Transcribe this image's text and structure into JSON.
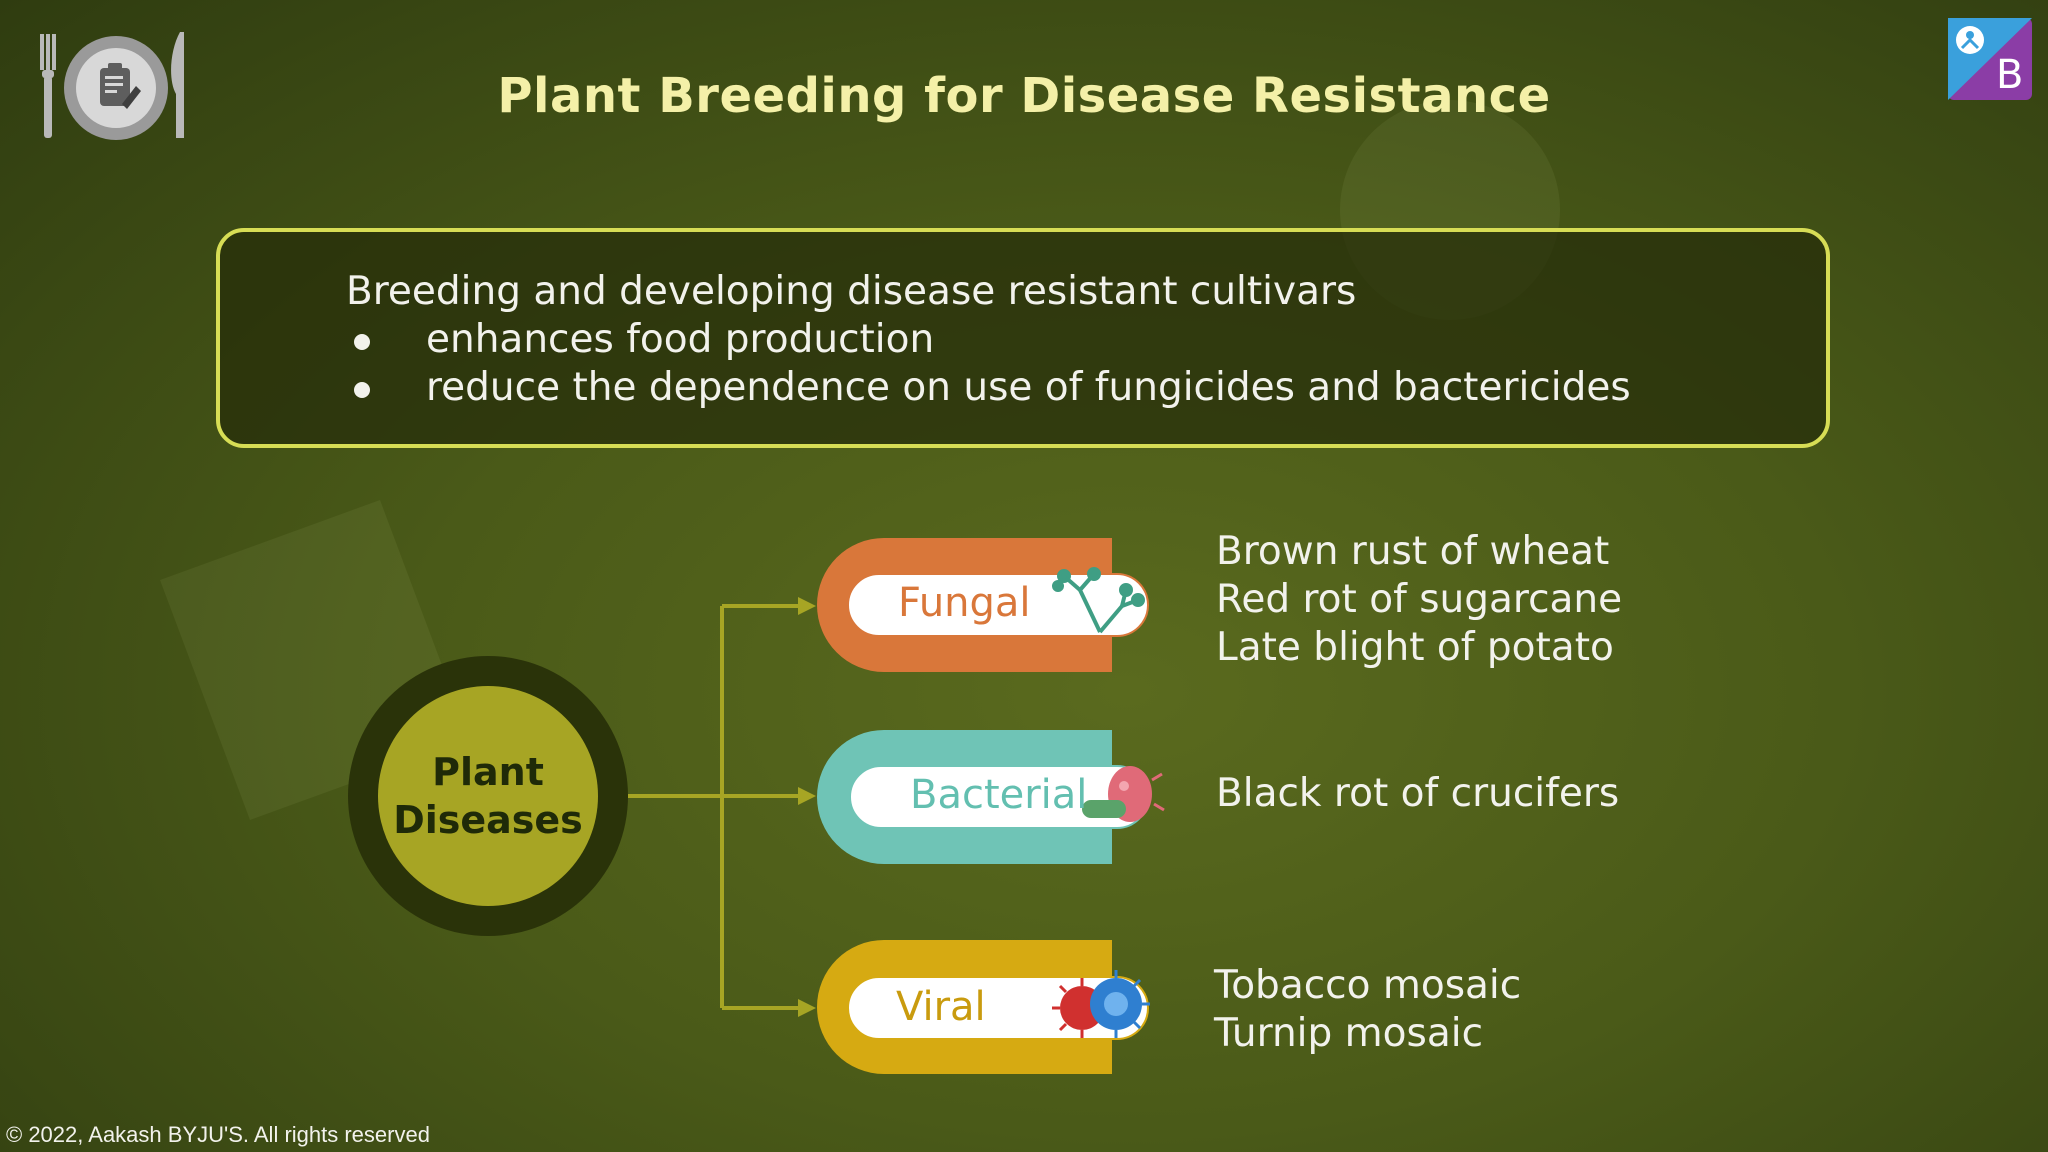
{
  "title": "Plant Breeding for Disease Resistance",
  "intro": {
    "heading": "Breeding and developing disease resistant cultivars",
    "bullets": [
      "enhances food production",
      "reduce the dependence on use of fungicides and bactericides"
    ]
  },
  "diagram": {
    "center_line1": "Plant",
    "center_line2": "Diseases",
    "categories": [
      {
        "label": "Fungal",
        "color": "#d9773a",
        "label_color": "#d9773a",
        "icon": "fungus-icon",
        "examples": [
          "Brown rust of wheat",
          "Red rot of sugarcane",
          "Late blight of potato"
        ]
      },
      {
        "label": "Bacterial",
        "color": "#6fc4b6",
        "label_color": "#63bfb0",
        "icon": "bacteria-icon",
        "examples": [
          "Black rot of crucifers"
        ]
      },
      {
        "label": "Viral",
        "color": "#d6aa12",
        "label_color": "#c99b0e",
        "icon": "virus-icon",
        "examples": [
          "Tobacco mosaic",
          "Turnip mosaic"
        ]
      }
    ]
  },
  "copyright": "© 2022, Aakash BYJU'S. All rights reserved",
  "colors": {
    "background": "#4a5a18",
    "title": "#f4f0a8",
    "box_border": "#d7dd55",
    "circle_fill": "#a7a524",
    "circle_ring": "#2a3309",
    "connector": "#a7a524"
  }
}
